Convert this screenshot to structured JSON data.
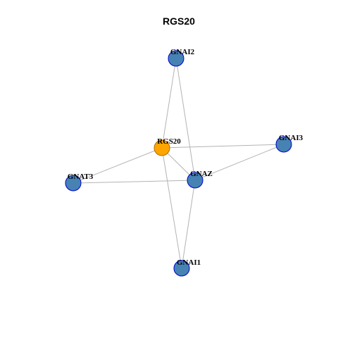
{
  "graph": {
    "title": "RGS20",
    "colors": {
      "hub_fill": "#FFA500",
      "hub_stroke": "#B06A00",
      "node_fill": "#4682B4",
      "node_stroke": "#0000CD",
      "edge": "#B3B3B3"
    },
    "nodes": [
      {
        "id": "RGS20",
        "label": "RGS20",
        "type": "hub"
      },
      {
        "id": "GNAI2",
        "label": "GNAI2",
        "type": "partner"
      },
      {
        "id": "GNAI3",
        "label": "GNAI3",
        "type": "partner"
      },
      {
        "id": "GNAT3",
        "label": "GNAT3",
        "type": "partner"
      },
      {
        "id": "GNAZ",
        "label": "GNAZ",
        "type": "partner"
      },
      {
        "id": "GNAI1",
        "label": "GNAI1",
        "type": "partner"
      }
    ],
    "edges": [
      {
        "source": "RGS20",
        "target": "GNAI2"
      },
      {
        "source": "RGS20",
        "target": "GNAI3"
      },
      {
        "source": "RGS20",
        "target": "GNAT3"
      },
      {
        "source": "RGS20",
        "target": "GNAZ"
      },
      {
        "source": "RGS20",
        "target": "GNAI1"
      },
      {
        "source": "GNAI2",
        "target": "GNAZ"
      },
      {
        "source": "GNAI3",
        "target": "GNAZ"
      },
      {
        "source": "GNAT3",
        "target": "GNAZ"
      },
      {
        "source": "GNAI1",
        "target": "GNAZ"
      }
    ]
  }
}
